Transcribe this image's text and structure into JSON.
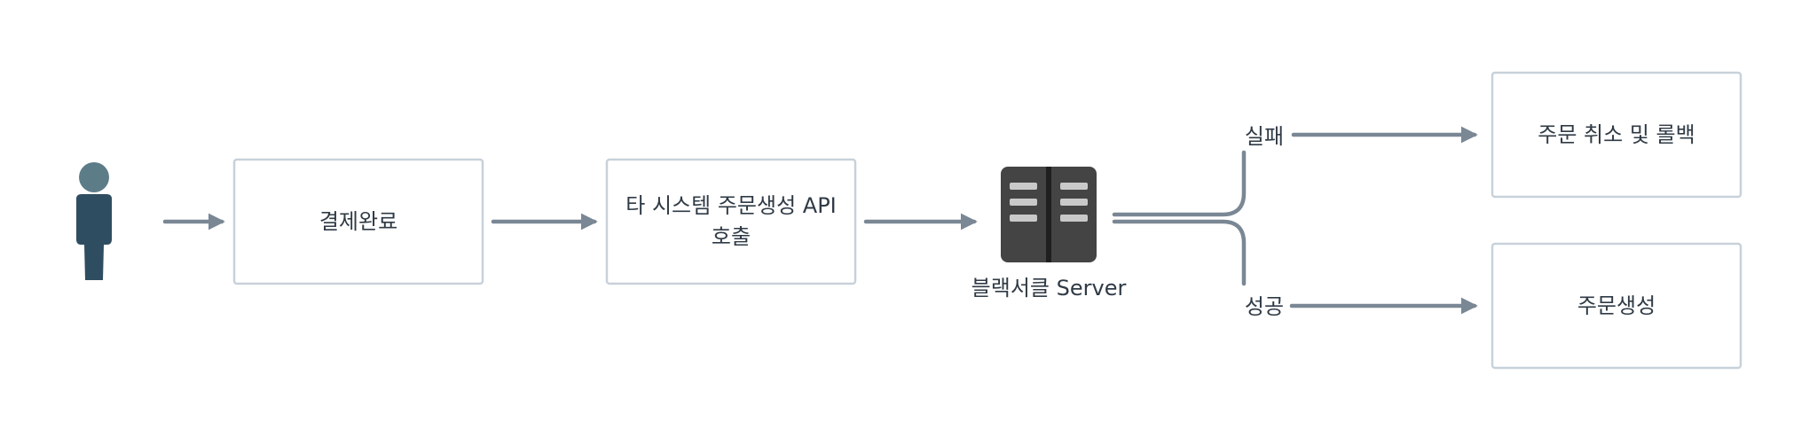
{
  "nodes": {
    "user": {
      "icon": "user-icon"
    },
    "payment_complete": {
      "label": "결제완료"
    },
    "external_api": {
      "label_line1": "타 시스템 주문생성 API",
      "label_line2": "호출"
    },
    "server": {
      "icon": "server-icon",
      "label": "블랙서클 Server"
    },
    "cancel_rollback": {
      "label": "주문 취소 및 롤백"
    },
    "order_create": {
      "label": "주문생성"
    }
  },
  "branches": {
    "failure": "실패",
    "success": "성공"
  },
  "colors": {
    "arrow": "#7a8794",
    "box_border": "#c8d1da",
    "user_head": "#5c7d88",
    "user_body": "#2f4d60",
    "server_body": "#444444",
    "server_slots": "#c9c9c9",
    "text": "#2f3a45"
  }
}
